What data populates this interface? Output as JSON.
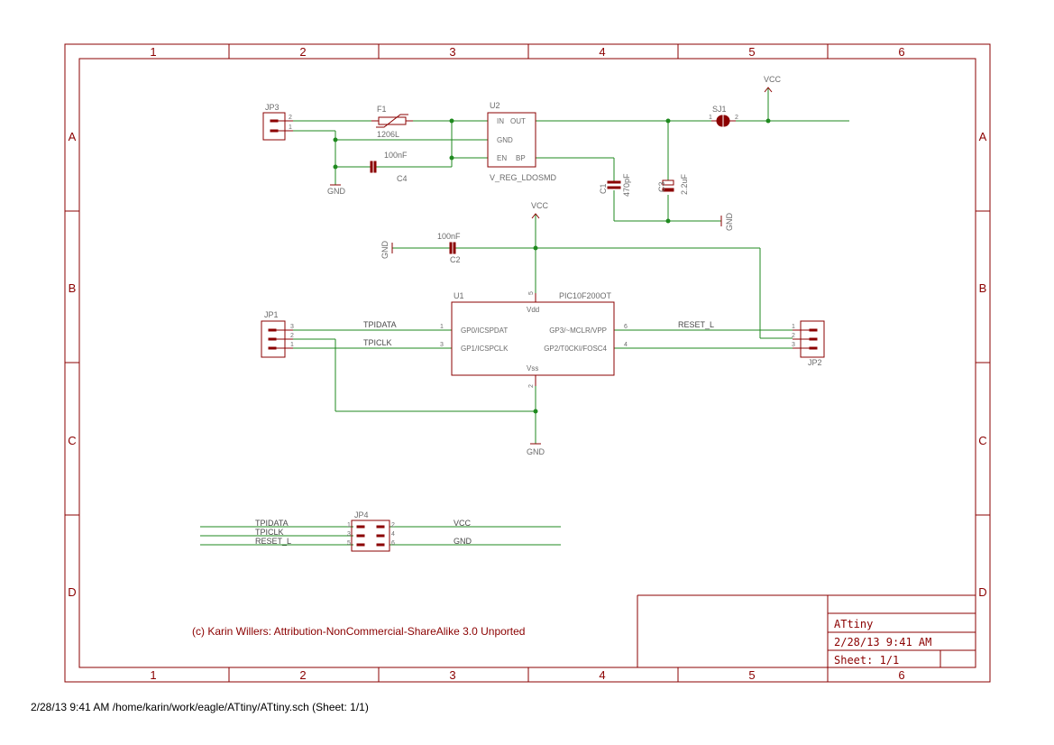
{
  "grid": {
    "columns": [
      "1",
      "2",
      "3",
      "4",
      "5",
      "6"
    ],
    "rows": [
      "A",
      "B",
      "C",
      "D"
    ]
  },
  "title_block": {
    "title": "ATtiny",
    "date": "2/28/13 9:41 AM",
    "sheet": "Sheet: 1/1"
  },
  "license": "(c) Karin Willers:  Attribution-NonCommercial-ShareAlike 3.0 Unported",
  "footer": "2/28/13 9:41 AM  /home/karin/work/eagle/ATtiny/ATtiny.sch (Sheet: 1/1)",
  "parts": {
    "jp3": {
      "name": "JP3",
      "pins": [
        "2",
        "1"
      ]
    },
    "f1": {
      "name": "F1",
      "value": "1206L"
    },
    "u2": {
      "name": "U2",
      "value": "V_REG_LDOSMD",
      "pins": [
        "IN",
        "OUT",
        "GND",
        "EN",
        "BP"
      ]
    },
    "c4": {
      "name": "C4",
      "value": "100nF"
    },
    "c1": {
      "name": "C1",
      "value": "470pF"
    },
    "c3": {
      "name": "C3",
      "value": "2.2uF"
    },
    "sj1": {
      "name": "SJ1",
      "pins": [
        "1",
        "2"
      ]
    },
    "c2": {
      "name": "C2",
      "value": "100nF"
    },
    "u1": {
      "name": "U1",
      "value": "PIC10F200OT",
      "pins": {
        "vdd": "Vdd",
        "vss": "Vss",
        "gp0": "GP0/ICSPDAT",
        "gp1": "GP1/ICSPCLK",
        "gp3": "GP3/~MCLR/VPP",
        "gp2": "GP2/T0CKI/FOSC4"
      },
      "pin_numbers": {
        "vdd": "5",
        "vss": "2",
        "gp0": "1",
        "gp1": "3",
        "gp3": "6",
        "gp2": "4"
      }
    },
    "jp1": {
      "name": "JP1",
      "pins": [
        "3",
        "2",
        "1"
      ]
    },
    "jp2": {
      "name": "JP2",
      "pins": [
        "1",
        "2",
        "3"
      ]
    },
    "jp4": {
      "name": "JP4",
      "pins_left": [
        "1",
        "3",
        "5"
      ],
      "pins_right": [
        "2",
        "4",
        "6"
      ]
    }
  },
  "supplies": {
    "vcc": "VCC",
    "gnd": "GND"
  },
  "nets": {
    "tpidata": "TPIDATA",
    "tpiclk": "TPICLK",
    "reset": "RESET_L",
    "vcc": "VCC",
    "gnd": "GND"
  }
}
